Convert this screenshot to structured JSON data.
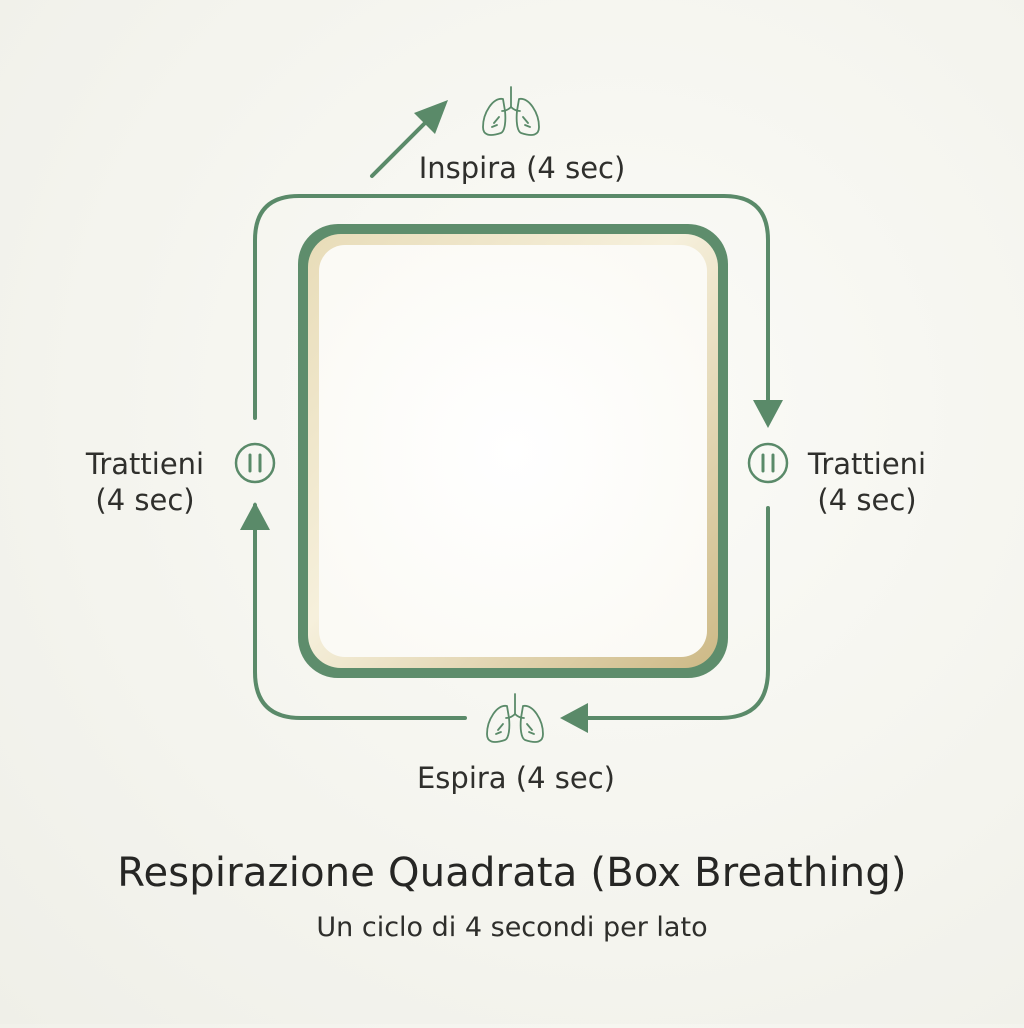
{
  "phases": {
    "top": "Inspira (4 sec)",
    "right_line1": "Trattieni",
    "right_line2": "(4 sec)",
    "bottom": "Espira (4 sec)",
    "left_line1": "Trattieni",
    "left_line2": "(4 sec)"
  },
  "title": "Respirazione Quadrata (Box Breathing)",
  "subtitle": "Un ciclo di 4 secondi per lato",
  "icons": {
    "top": "lungs-icon",
    "bottom": "lungs-icon",
    "left": "pause-icon",
    "right": "pause-icon"
  },
  "colors": {
    "green": "#5a8a69",
    "gold": "#d8c79a",
    "text": "#2f2f2c"
  }
}
